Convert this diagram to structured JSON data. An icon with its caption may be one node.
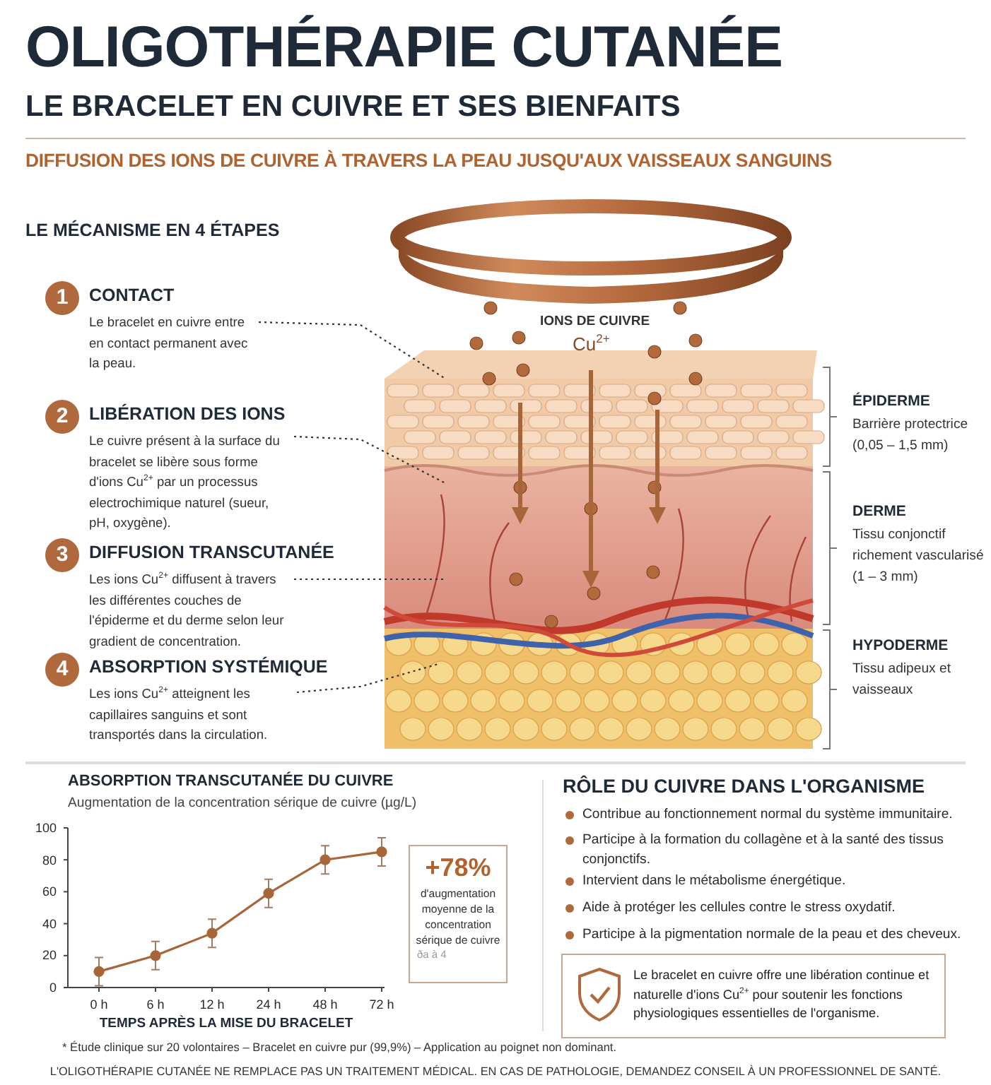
{
  "diagram": {
    "title": "OLIGOTHÉRAPIE CUTANÉE",
    "nodes": [
      {
        "text": [
          "1",
          "CONTACT",
          "Le bracelet en cuivre entre en contact permanent avec la peau."
        ]
      },
      {
        "text": [
          "2",
          "LIBÉRATION DES IONS",
          "Le cuivre présent à la surface du bracelet se libère sous forme d'ions Cu$^{2+}$ par un processus electrochimique naturel (sueur, pH, oxygène)."
        ]
      },
      {
        "text": [
          "3",
          "DIFFUSION TRANSCUTANÉE",
          "Les ions Cu$^{2+}$ diffusent à travers les différentes couches de l'épiderme et du derme selon leur gradient de concentration."
        ]
      },
      {
        "text": [
          "4",
          "ABSORPTION SYSTÉMIQUE",
          "Les ions Cu$^{2+}$ atteignent les capillaires sanguins et sont transportés dans la circulation."
        ]
      },
      {
        "text": [
          "ÉPIDERME",
          "Barrière protectrice (0,05 – 1,5 mm)"
        ]
      },
      {
        "text": [
          "DERME",
          "Tissu conjonctif richement vascularisé (1 – 3 mm)"
        ]
      },
      {
        "text": [
          "HYPODERME",
          "Tissu adipeux et vaisseaux"
        ]
      },
      {
        "text": [
          "+78%",
          "d'augmentation moyenne de la concentration sérique de cuivre",
          "ða à 4"
        ]
      },
      {
        "text": [
          "Le bracelet en cuivre offre une libération continue et naturelle d'ions Cu$^{2+}$ pour soutenir les fonctions physiologiques essentielles de l'organisme."
        ]
      }
    ],
    "edges": [
      {
        "from": 0,
        "to": null,
        "arrow": "none",
        "style": "dashed"
      },
      {
        "from": 1,
        "to": null,
        "arrow": "none",
        "style": "dashed"
      },
      {
        "from": 2,
        "to": null,
        "arrow": "none",
        "style": "dashed"
      },
      {
        "from": 3,
        "to": null,
        "arrow": "none",
        "style": "dashed"
      }
    ],
    "labels": [
      "LE BRACELET EN CUIVRE ET SES BIENFAITS",
      "DIFFUSION DES IONS DE CUIVRE À TRAVERS LA PEAU JUSQU'AUX VAISSEAUX SANGUINS",
      "LE MÉCANISME EN 4 ÉTAPES",
      "IONS DE CUIVRE",
      "Cu$^{2+}$",
      "Augmentation de la concentration sérique de cuivre (µg/L)",
      "RÔLE DU CUIVRE DANS L'ORGANISME",
      "Contribue au fonctionnement normal du système immunitaire.",
      "Participe à la formation du collagène et à la santé des tissus conjonctifs.",
      "Intervient dans le métabolisme énergétique.",
      "Aide à protéger les cellules contre le stress oxydatif.",
      "Participe à la pigmentation normale de la peau et des cheveux.",
      "* Étude clinique sur 20 volontaires – Bracelet en cuivre pur (99,9%) – Application au poignet non dominant.",
      "L'OLIGOTHÉRAPIE CUTANÉE NE REMPLACE PAS UN TRAITEMENT MÉDICAL. EN CAS DE PATHOLOGIE, DEMANDEZ CONSEIL À UN PROFESSIONNEL DE SANTÉ."
    ],
    "chart_data": {
      "type": "line",
      "title": "ABSORPTION TRANSCUTANÉE DU CUIVRE",
      "xlabel": "TEMPS APRÈS LA MISE DU BRACELET",
      "categories": [
        "0 h",
        "6 h",
        "12 h",
        "24 h",
        "48 h",
        "72 h"
      ],
      "series": [
        {
          "color": "#a8653a",
          "marker": true,
          "values": [
            10,
            20,
            34,
            59,
            80,
            85
          ]
        }
      ],
      "ylim": [
        0,
        100
      ],
      "yticks": [
        0,
        20,
        40,
        60,
        80,
        100
      ]
    }
  }
}
